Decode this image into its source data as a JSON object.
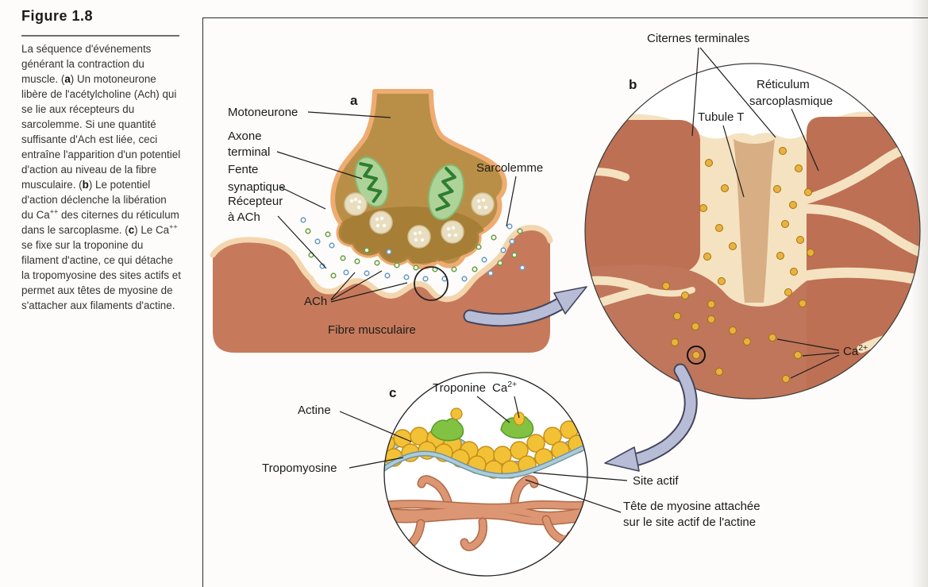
{
  "figure": {
    "title": "Figure 1.8"
  },
  "caption": {
    "s1": "La séquence d'événements générant la contraction du muscle. (",
    "s2": "a",
    "s3": ") Un motoneurone libère de l'acétylcholine (Ach) qui se lie aux récepteurs du sarcolemme. Si une quantité suffisante d'Ach est liée, ceci entraîne l'apparition d'un potentiel d'action au niveau de la fibre musculaire. (",
    "s4": "b",
    "s5": ") Le potentiel d'action déclenche la libération du Ca",
    "s6": "++",
    "s7": " des citernes du réticulum dans le sarcoplasme. (",
    "s8": "c",
    "s9": ") Le Ca",
    "s10": "++",
    "s11": " se fixe sur la troponine du filament d'actine, ce qui détache la tropomyosine des sites actifs et permet aux têtes de myosine de s'attacher aux filaments d'actine."
  },
  "panel_a": {
    "tag": "a",
    "labels": {
      "motoneurone": "Motoneurone",
      "axone_1": "Axone",
      "axone_2": "terminal",
      "fente_1": "Fente",
      "fente_2": "synaptique",
      "recepteur_1": "Récepteur",
      "recepteur_2": "à ACh",
      "sarcolemme": "Sarcolemme",
      "ach": "ACh",
      "fibre": "Fibre musculaire"
    }
  },
  "panel_b": {
    "tag": "b",
    "labels": {
      "citernes": "Citernes terminales",
      "reticulum_1": "Réticulum",
      "reticulum_2": "sarcoplasmique",
      "tubule": "Tubule T",
      "ca_base": "Ca",
      "ca_sup": "2+"
    }
  },
  "panel_c": {
    "tag": "c",
    "labels": {
      "troponine": "Troponine",
      "ca_base": "Ca",
      "ca_sup": "2+",
      "actine": "Actine",
      "tropomyosine": "Tropomyosine",
      "site_actif": "Site actif",
      "tete_1": "Tête de myosine attachée",
      "tete_2": "sur le site actif de l'actine"
    }
  },
  "colors": {
    "muscle_salmon": "#c67a5b",
    "membrane_cream": "#f4d6ae",
    "axon_tan": "#b98f47",
    "mitochondria_green": "#aed398",
    "cristae_green": "#2e7d32",
    "vesicle_cream": "#e8ddbe",
    "ach_green": "#6ca045",
    "ach_blue": "#6b9cc4",
    "sr_block_salmon": "#bd7053",
    "sr_matrix_cream": "#f5e2c0",
    "tubule_tan": "#d8ae84",
    "calcium_gold": "#e9b23f",
    "actin_yellow": "#f2c136",
    "tropomyosin_blue": "#9fc0cf",
    "troponin_green": "#82c243",
    "myosin_salmon": "#dd9673",
    "arrow_lavender": "#b7bdd7"
  }
}
